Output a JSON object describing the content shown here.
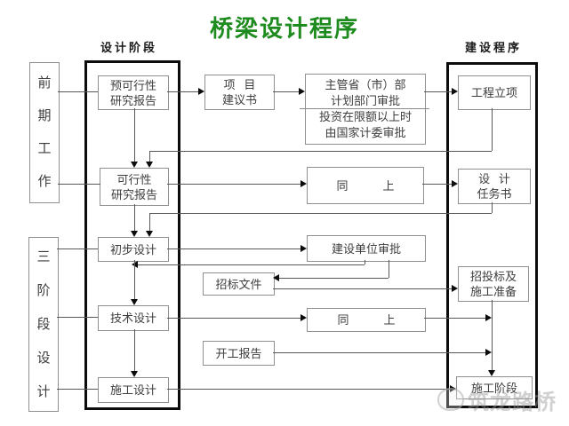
{
  "title": "桥梁设计程序",
  "title_color": "#1e8b1e",
  "headers": {
    "design_stage": "设计阶段",
    "build_program": "建设程序"
  },
  "side_labels": {
    "early_work": "前\n期\n工\n作",
    "three_stage_design": "三\n阶\n段\n设\n计"
  },
  "design_column": {
    "pre_feasibility": "预可行性\n研究报告",
    "feasibility": "可行性\n研究报告",
    "preliminary_design": "初步设计",
    "technical_design": "技术设计",
    "construction_design": "施工设计"
  },
  "middle_column": {
    "project_proposal": "项   目\n建议书",
    "authority_approval_top": "主管省（市）部\n计划部门审批",
    "authority_approval_bottom": "投资在限额以上时\n由国家计委审批",
    "same_as_above_1": "同            上",
    "owner_unit_approval": "建设单位审批",
    "bidding_document": "招标文件",
    "same_as_above_2": "同            上",
    "commencement_report": "开工报告"
  },
  "build_column": {
    "project_initiation": "工程立项",
    "design_task_statement": "设   计\n任务书",
    "bidding_and_prep": "招投标及\n施工准备",
    "construction_phase": "施工阶段"
  },
  "watermark": "筑龙路桥"
}
